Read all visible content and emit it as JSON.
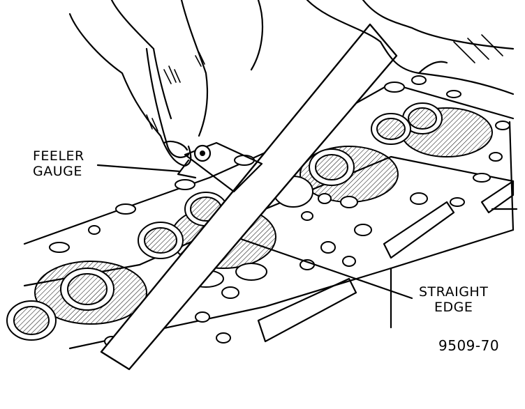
{
  "diagram": {
    "labels": {
      "feeler_gauge_line1": "FEELER",
      "feeler_gauge_line2": "GAUGE",
      "straight_edge_line1": "STRAIGHT",
      "straight_edge_line2": "EDGE"
    },
    "figure_number": "9509-70"
  }
}
